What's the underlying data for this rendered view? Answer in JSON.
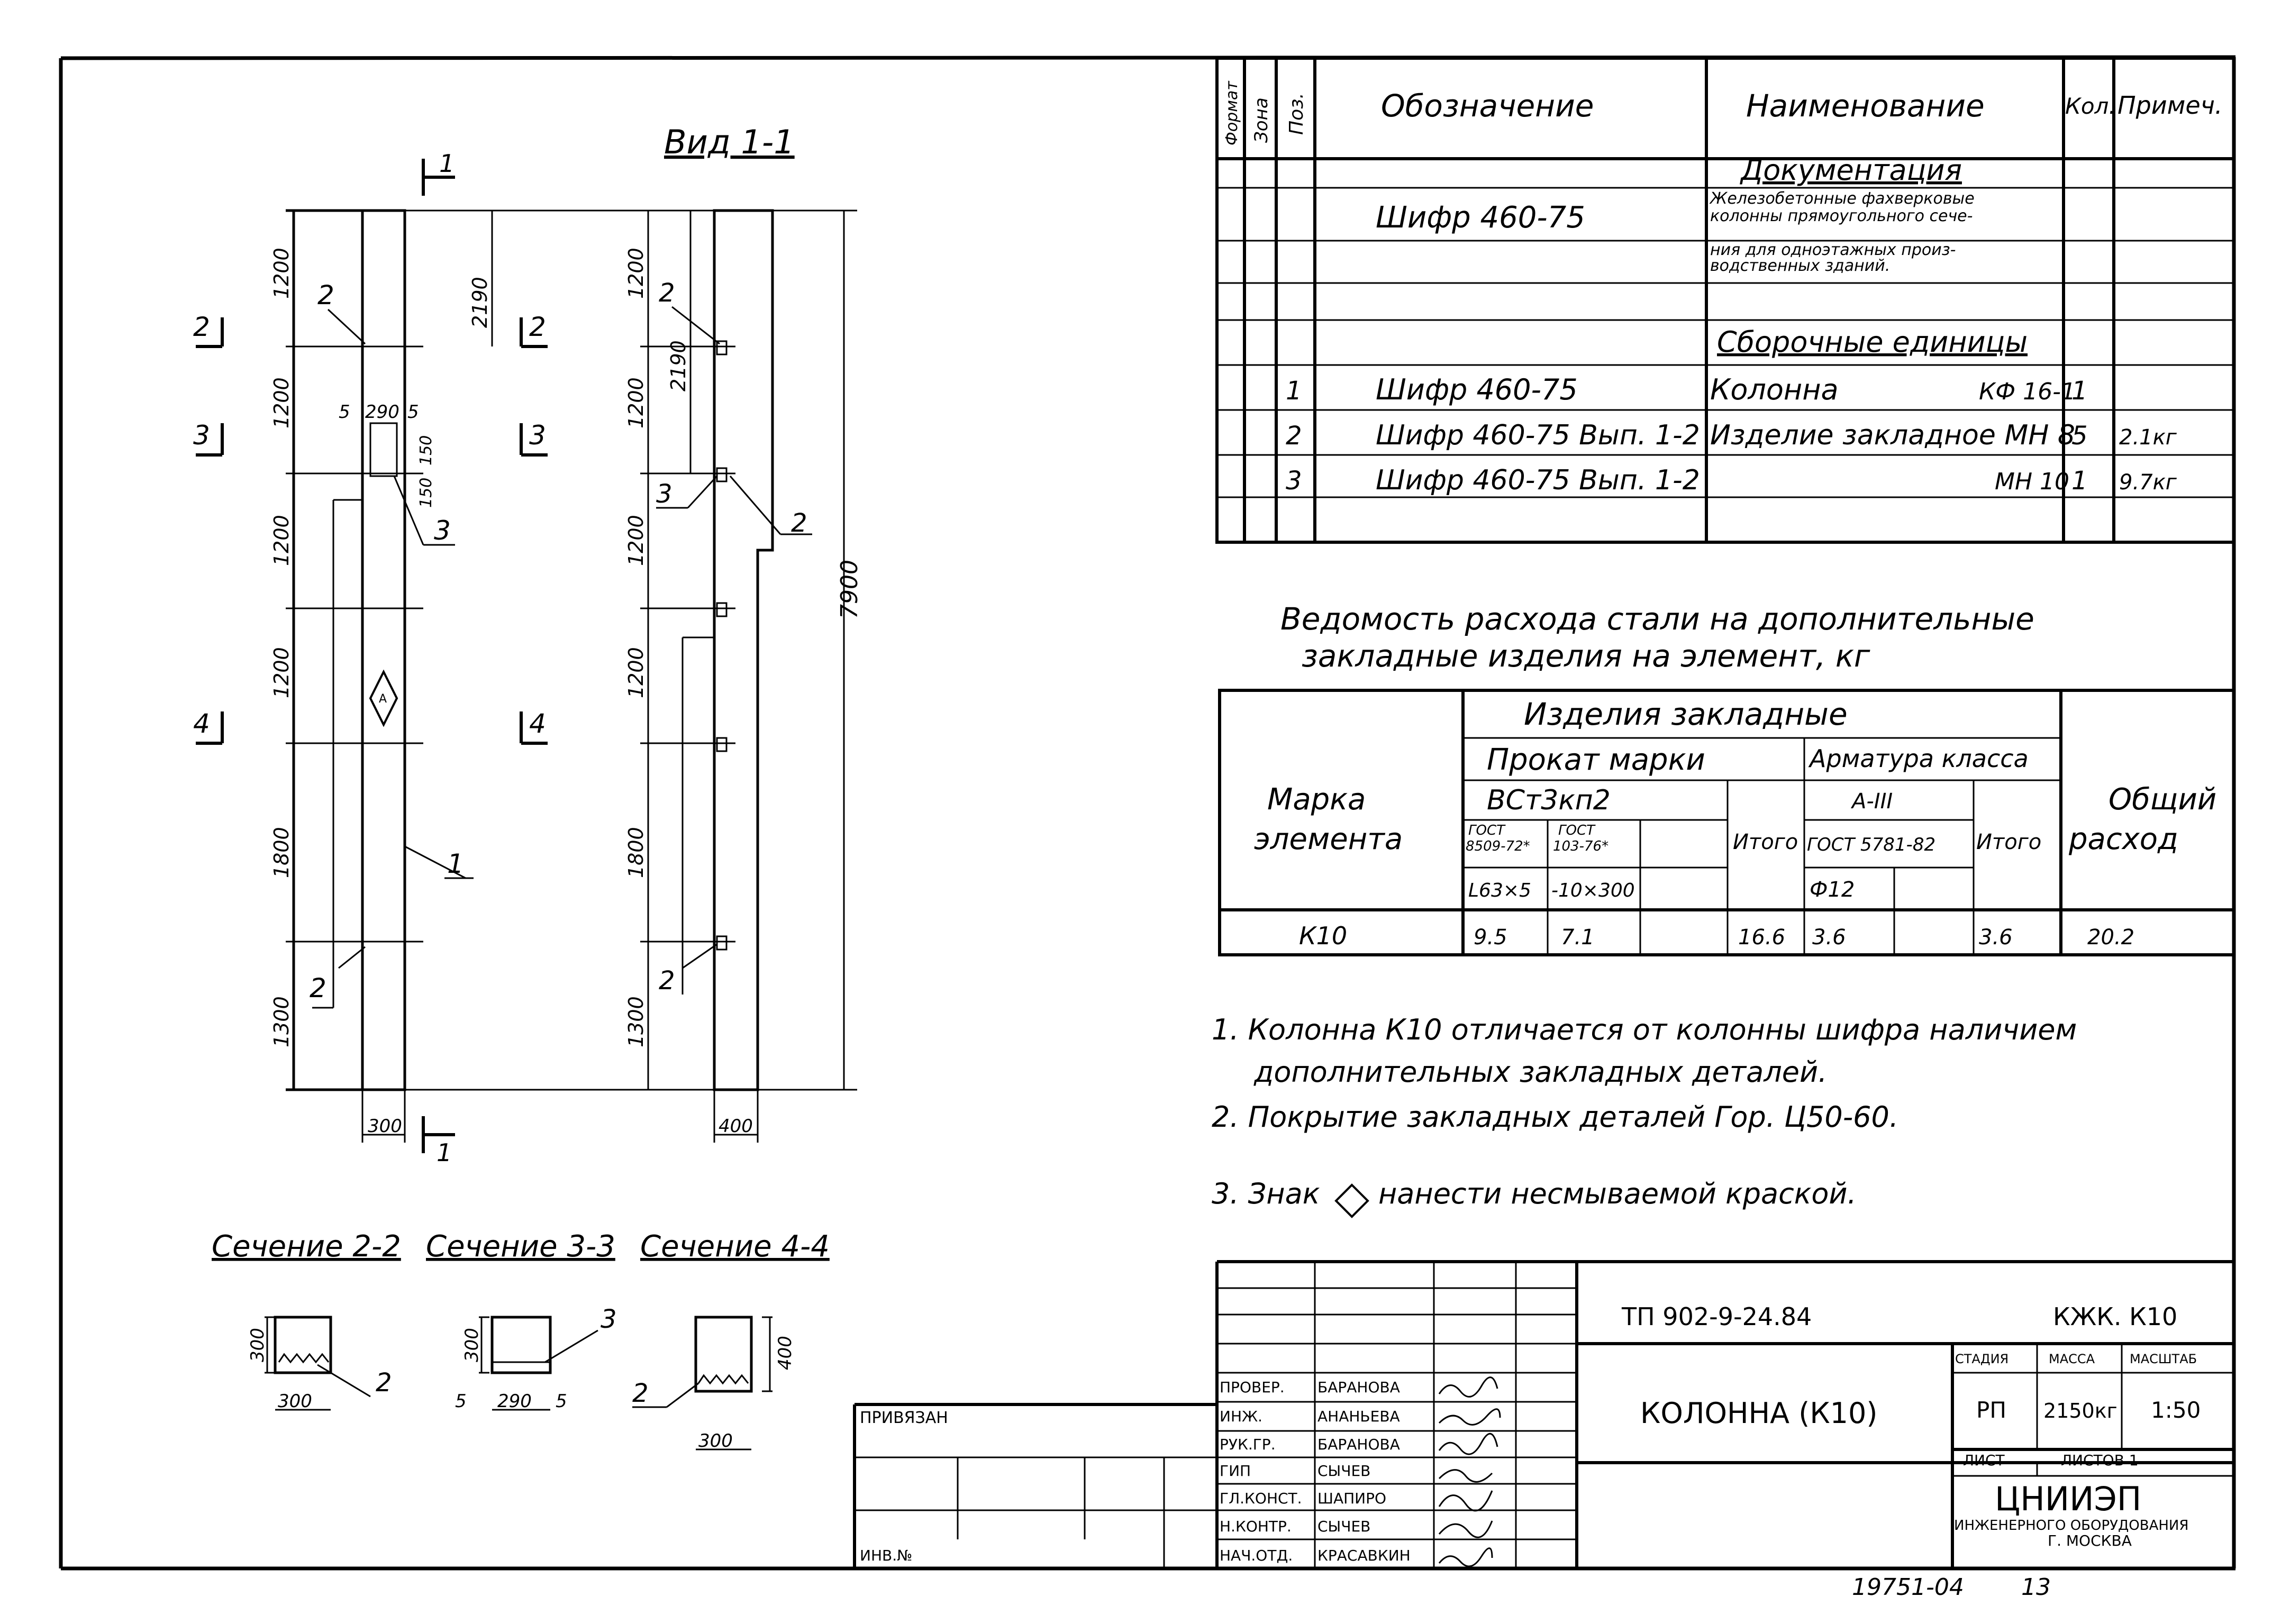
{
  "views": {
    "view_title": "Вид 1-1",
    "cut_mark": "1",
    "width_left": "300",
    "width_right": "400",
    "total_height": "7900",
    "left_dims": [
      "1200",
      "1200",
      "1200",
      "1200",
      "1800",
      "1300"
    ],
    "right_dims": [
      "1200",
      "1200",
      "1200",
      "1200",
      "1800",
      "1300"
    ],
    "dim_2190": "2190",
    "dim_top_small": [
      "5",
      "290",
      "5"
    ],
    "dim_150_a": "150",
    "dim_150_b": "150",
    "section_marks": [
      "2",
      "3",
      "4"
    ],
    "pos_callouts": [
      "2",
      "3",
      "1",
      "2"
    ],
    "right_callouts": [
      "2",
      "3",
      "2",
      "2"
    ],
    "diamond_mark": "А"
  },
  "sections": {
    "s22": {
      "title": "Сечение 2-2",
      "h": "300",
      "w": "300",
      "pos": "2"
    },
    "s33": {
      "title": "Сечение 3-3",
      "h": "300",
      "w_dims": [
        "5",
        "290",
        "5"
      ],
      "pos": "3"
    },
    "s44": {
      "title": "Сечение 4-4",
      "h": "400",
      "w": "300",
      "pos": "2"
    }
  },
  "spec_table": {
    "headers": [
      "Формат",
      "Зона",
      "Поз.",
      "Обозначение",
      "Наименование",
      "Кол.",
      "Примеч."
    ],
    "doc_section": "Документация",
    "doc_row": {
      "designation": "Шифр 460-75",
      "name_lines": [
        "Железобетонные фахверковые",
        "колонны прямоугольного сече-",
        "ния для одноэтажных произ-",
        "водственных зданий."
      ]
    },
    "assembly_section": "Сборочные единицы",
    "rows": [
      {
        "pos": "1",
        "designation": "Шифр 460-75",
        "name": "Колонна",
        "mark": "КФ 16-1",
        "qty": "1",
        "note": ""
      },
      {
        "pos": "2",
        "designation": "Шифр 460-75  Вып. 1-2",
        "name": "Изделие закладное МН 8",
        "mark": "",
        "qty": "5",
        "note": "2.1кг"
      },
      {
        "pos": "3",
        "designation": "Шифр 460-75  Вып. 1-2",
        "name": "",
        "mark": "МН 10",
        "qty": "1",
        "note": "9.7кг"
      }
    ]
  },
  "steel_title": [
    "Ведомость расхода стали на дополнительные",
    "закладные изделия на элемент, кг"
  ],
  "steel_table": {
    "mark_header": [
      "Марка",
      "элемента"
    ],
    "group_header": "Изделия закладные",
    "rolled_header": "Прокат марки",
    "rebar_header": "Арматура класса",
    "steel_grade": "ВСт3кп2",
    "rebar_class": "А-III",
    "gost1": [
      "ГОСТ",
      "8509-72*"
    ],
    "gost2": [
      "ГОСТ",
      "103-76*"
    ],
    "gost3": "ГОСТ 5781-82",
    "itogo1": "Итого",
    "itogo2": "Итого",
    "total_header": [
      "Общий",
      "расход"
    ],
    "prof1": "L63×5",
    "prof2": "-10×300",
    "prof3": "Ф12",
    "row": {
      "mark": "К10",
      "v1": "9.5",
      "v2": "7.1",
      "itogo1": "16.6",
      "v3": "3.6",
      "itogo2": "3.6",
      "total": "20.2"
    }
  },
  "notes": [
    "1. Колонна К10 отличается от колонны шифра наличием",
    "дополнительных закладных деталей.",
    "2. Покрытие закладных деталей Гор. Ц50-60.",
    "3. Знак",
    "нанести несмываемой краской."
  ],
  "title_block": {
    "project_code": "ТП 902-9-24.84",
    "sheet_code": "КЖК. К10",
    "object_name": "КОЛОННА  (К10)",
    "stage_header": "СТАДИЯ",
    "mass_header": "МАССА",
    "scale_header": "МАСШТАБ",
    "stage": "РП",
    "mass": "2150кг",
    "scale": "1:50",
    "sheet_label": "ЛИСТ",
    "sheets_label": "ЛИСТОВ 1",
    "org_name": "ЦНИИЭП",
    "org_sub": "ИНЖЕНЕРНОГО ОБОРУДОВАНИЯ",
    "org_city": "Г. МОСКВА",
    "bound_label": "ПРИВЯЗАН",
    "inv_label": "ИНВ.№",
    "roles": [
      {
        "role": "ПРОВЕР.",
        "name": "БАРАНОВА"
      },
      {
        "role": "ИНЖ.",
        "name": "АНАНЬЕВА"
      },
      {
        "role": "РУК.ГР.",
        "name": "БАРАНОВА"
      },
      {
        "role": "ГИП",
        "name": "СЫЧЕВ"
      },
      {
        "role": "ГЛ.КОНСТ.",
        "name": "ШАПИРО"
      },
      {
        "role": "Н.КОНТР.",
        "name": "СЫЧЕВ"
      },
      {
        "role": "НАЧ.ОТД.",
        "name": "КРАСАВКИН"
      }
    ]
  },
  "footer": {
    "archive": "19751-04",
    "page": "13"
  }
}
